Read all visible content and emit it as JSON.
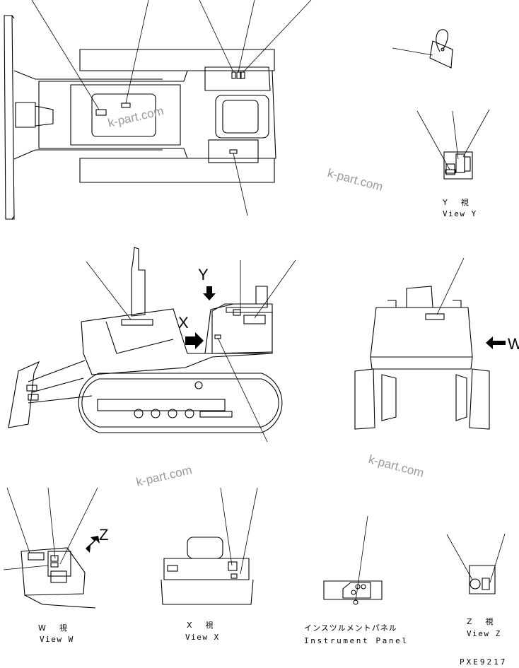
{
  "watermarks": [
    "k-part.com",
    "k-part.com",
    "k-part.com",
    "k-part.com"
  ],
  "arrows": {
    "y": "Y",
    "x": "X",
    "w": "W",
    "z": "Z"
  },
  "views": {
    "y": {
      "jp": "Y　視",
      "en": "View Y"
    },
    "w": {
      "jp": "W　視",
      "en": "View W"
    },
    "x": {
      "jp": "X　視",
      "en": "View X"
    },
    "panel": {
      "jp": "インスツルメントパネル",
      "en": "Instrument Panel"
    },
    "z": {
      "jp": "Z　視",
      "en": "View Z"
    }
  },
  "drawing_code": "PXE9217"
}
